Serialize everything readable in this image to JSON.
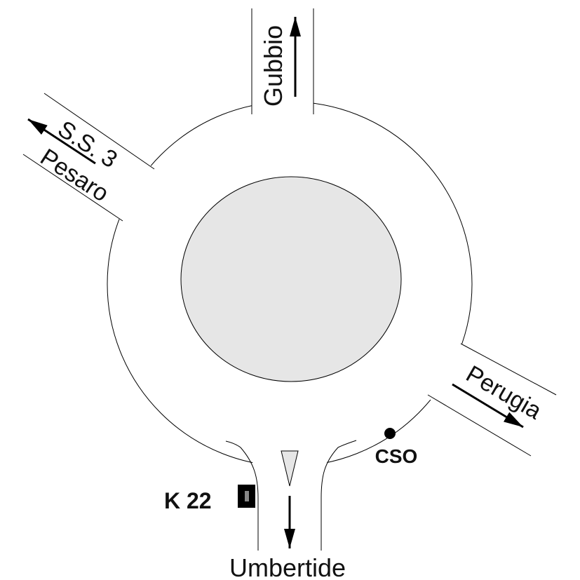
{
  "destinations": {
    "north": "Gubbio",
    "northwest_road": "S.S. 3",
    "northwest": "Pesaro",
    "southeast": "Perugia",
    "south": "Umbertide"
  },
  "markers": {
    "km_marker": "K 22",
    "point": "CSO"
  },
  "colors": {
    "island": "#e6e6e6",
    "line": "#000000"
  }
}
